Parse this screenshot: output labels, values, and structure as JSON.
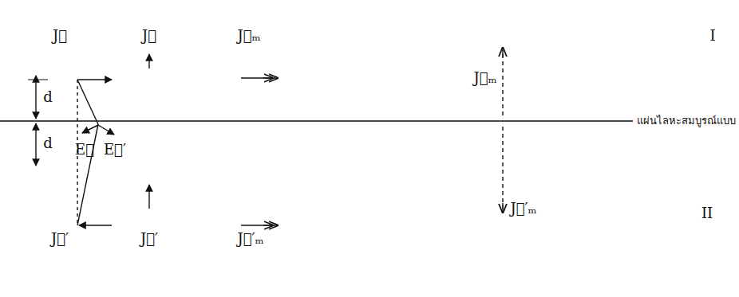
{
  "diagram": {
    "labels": [
      "J⃗",
      "J⃗",
      "J⃗ₘ",
      "I",
      "d",
      "J⃗ₘ",
      "แผ่นไลหะสมบูรณ์แบบ",
      "d",
      "E⃗",
      "E⃗′",
      "J⃗′ₘ",
      "II",
      "J⃗′",
      "J⃗′",
      "J⃗′ₘ"
    ]
  }
}
